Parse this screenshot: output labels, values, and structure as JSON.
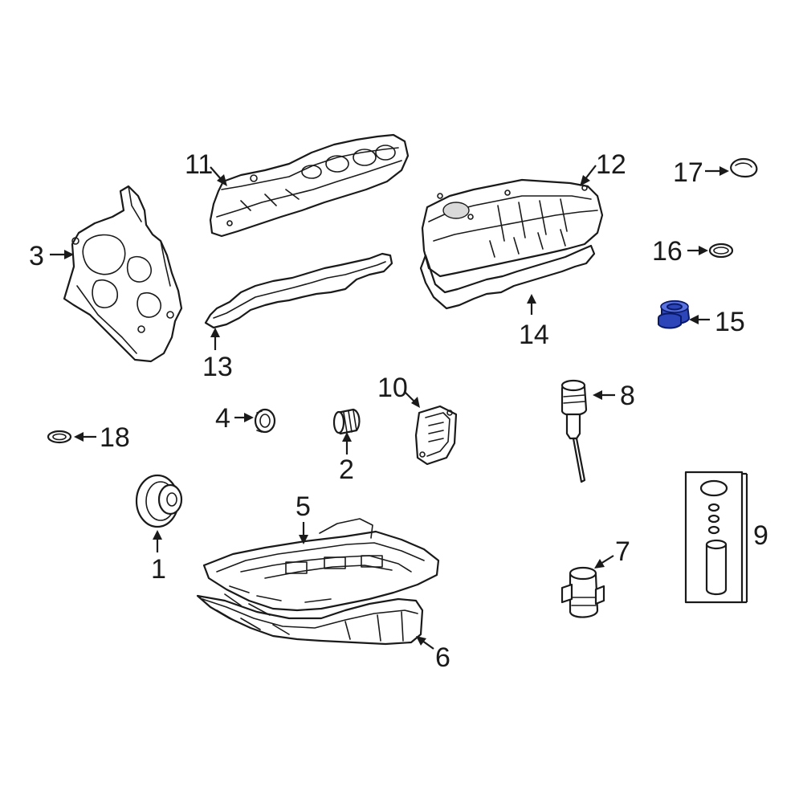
{
  "diagram": {
    "highlight_color": "#2c45b8",
    "line_color": "#1a1a1a",
    "background": "#ffffff",
    "callouts": [
      {
        "id": "1",
        "label": "1"
      },
      {
        "id": "2",
        "label": "2"
      },
      {
        "id": "3",
        "label": "3"
      },
      {
        "id": "4",
        "label": "4"
      },
      {
        "id": "5",
        "label": "5"
      },
      {
        "id": "6",
        "label": "6"
      },
      {
        "id": "7",
        "label": "7"
      },
      {
        "id": "8",
        "label": "8"
      },
      {
        "id": "9",
        "label": "9"
      },
      {
        "id": "10",
        "label": "10"
      },
      {
        "id": "11",
        "label": "11"
      },
      {
        "id": "12",
        "label": "12"
      },
      {
        "id": "13",
        "label": "13"
      },
      {
        "id": "14",
        "label": "14"
      },
      {
        "id": "15",
        "label": "15",
        "highlighted": true
      },
      {
        "id": "16",
        "label": "16"
      },
      {
        "id": "17",
        "label": "17"
      },
      {
        "id": "18",
        "label": "18"
      }
    ]
  }
}
